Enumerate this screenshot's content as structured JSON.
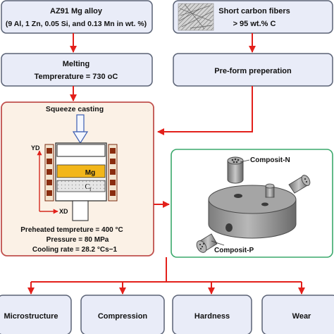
{
  "alloy": {
    "title": "AZ91 Mg alloy",
    "composition": "(9 Al, 1 Zn, 0.05 Si, and 0.13 Mn in wt. %)"
  },
  "fibers": {
    "title": "Short carbon fibers",
    "content": "> 95 wt.% C"
  },
  "melting": {
    "title": "Melting",
    "temperature": "Temprerature = 730 oC"
  },
  "preform": {
    "title": "Pre-form preperation"
  },
  "casting": {
    "title": "Squeeze casting",
    "axis_y": "YD",
    "axis_x": "XD",
    "mg_label": "Mg",
    "cf_label": "C",
    "cf_subscript": "f",
    "params": [
      "Preheated tempreture = 400 °C",
      "Pressure = 80 MPa",
      "Cooling rate = 28.2 °Cs−1"
    ]
  },
  "composite": {
    "label_n": "Composit-N",
    "label_p": "Composit-P"
  },
  "tests": [
    "Microstructure",
    "Compression",
    "Hardness",
    "Wear"
  ],
  "colors": {
    "box_fill": "#e9ecf8",
    "box_stroke": "#5a6275",
    "casting_fill": "#fbf1e6",
    "casting_stroke": "#c0504d",
    "composite_stroke": "#3aa86b",
    "arrow": "#e3201b",
    "mg": "#f2b61a"
  }
}
